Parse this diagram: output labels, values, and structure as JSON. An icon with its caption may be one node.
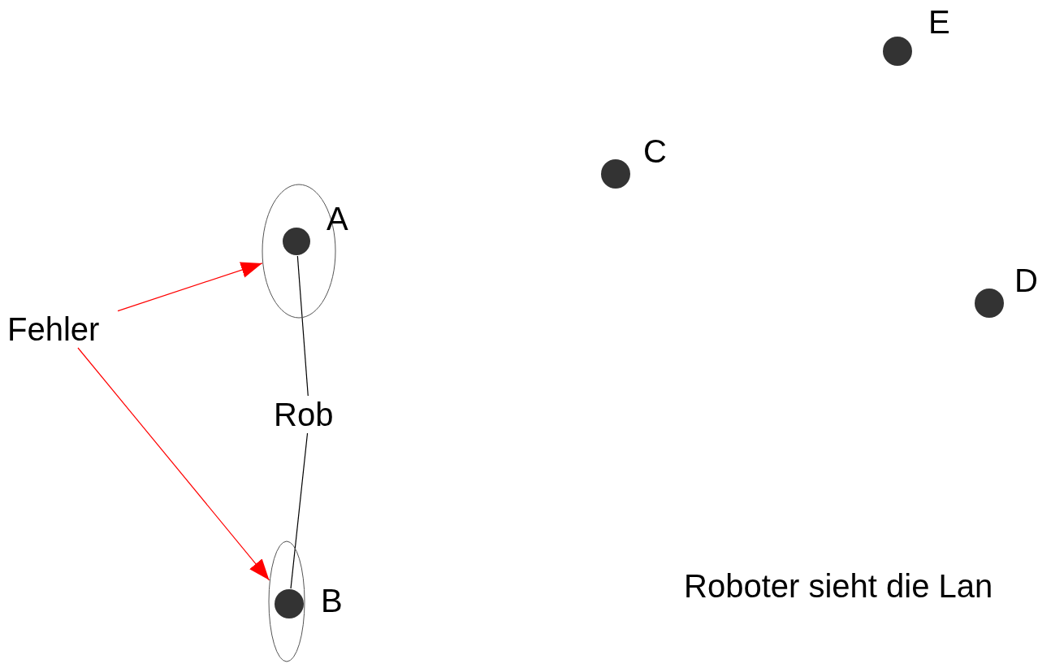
{
  "diagram": {
    "nodes": [
      {
        "text": [
          "Fehler"
        ]
      },
      {
        "text": [],
        "shape": "ellipse"
      },
      {
        "text": [],
        "shape": "circle",
        "in": 1,
        "beside": [
          "A"
        ]
      },
      {
        "text": [
          "Rob"
        ]
      },
      {
        "text": [],
        "shape": "ellipse"
      },
      {
        "text": [],
        "shape": "circle",
        "in": 4,
        "beside": [
          "B"
        ]
      },
      {
        "text": [],
        "shape": "circle",
        "beside": [
          "C"
        ]
      },
      {
        "text": [],
        "shape": "circle",
        "beside": [
          "E"
        ]
      },
      {
        "text": [],
        "shape": "circle",
        "beside": [
          "D"
        ]
      }
    ],
    "edges": [
      {
        "from": 0,
        "to": 1,
        "arrow": "to",
        "color": "#ff0000"
      },
      {
        "from": 0,
        "to": 4,
        "arrow": "to",
        "color": "#ff0000"
      },
      {
        "from": 3,
        "to": 2,
        "arrow": "none",
        "color": "#000000"
      },
      {
        "from": 3,
        "to": 5,
        "arrow": "none",
        "color": "#000000"
      }
    ],
    "labels": [
      "Roboter sieht die Lan"
    ]
  }
}
